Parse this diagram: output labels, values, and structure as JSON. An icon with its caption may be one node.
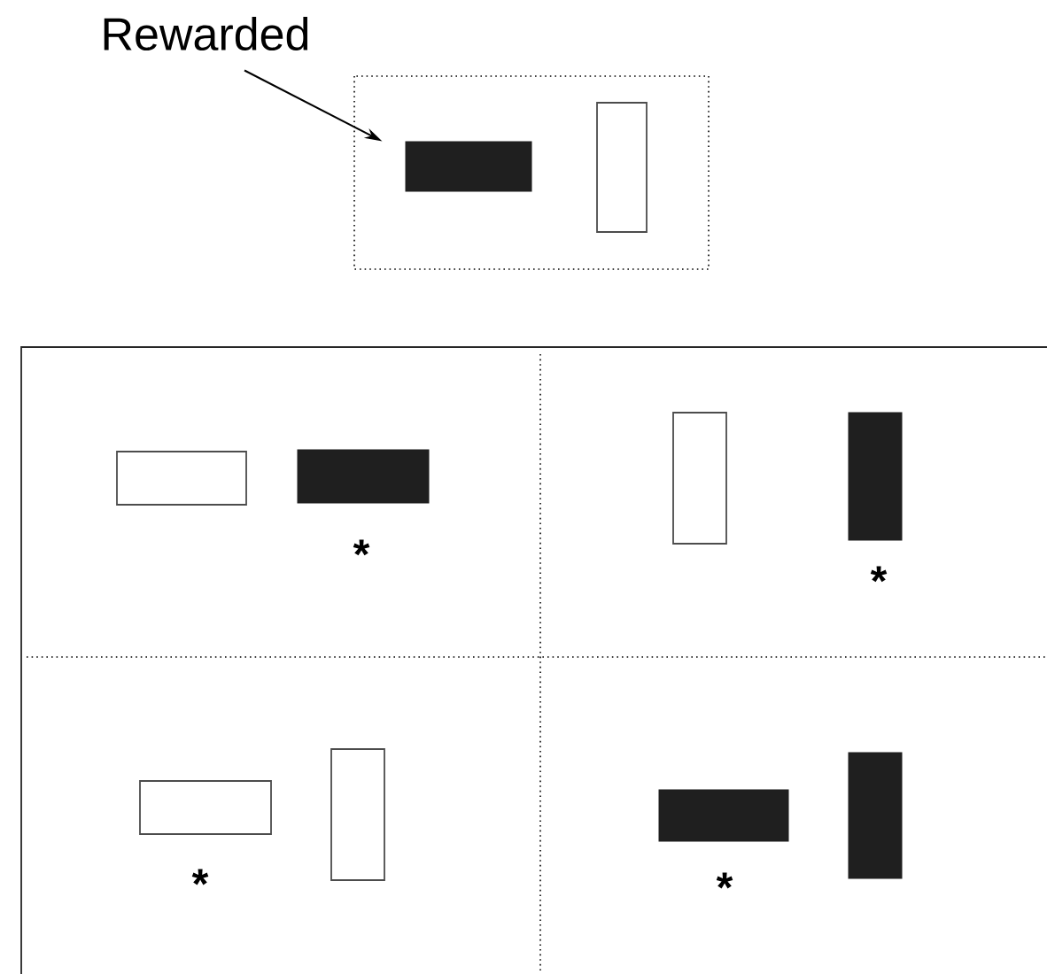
{
  "diagram": {
    "nodes": [
      {
        "text": [
          "Rewarded"
        ]
      },
      {
        "text": [],
        "shape": "bar"
      },
      {
        "text": [],
        "shape": "box"
      },
      {
        "text": [],
        "shape": "box"
      },
      {
        "text": [],
        "shape": "bar"
      },
      {
        "text": [],
        "shape": "box"
      },
      {
        "text": [],
        "shape": "bar"
      },
      {
        "text": [],
        "shape": "box"
      },
      {
        "text": [],
        "shape": "box"
      },
      {
        "text": [],
        "shape": "bar"
      },
      {
        "text": [],
        "shape": "bar"
      }
    ],
    "edges": [
      {
        "from": 0,
        "to": 1,
        "arrow": "to"
      }
    ],
    "labels": [
      "*",
      "*",
      "*",
      "*"
    ]
  }
}
